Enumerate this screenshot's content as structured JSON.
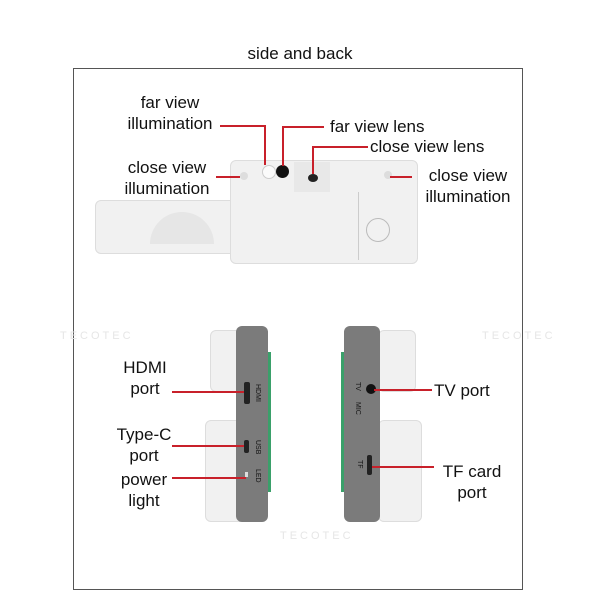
{
  "title": "side and back",
  "watermark": "TECOTEC",
  "labels": {
    "far_view_illumination": "far view illumination",
    "far_view_lens": "far view lens",
    "close_view_lens": "close view lens",
    "close_view_illumination_left": "close view illumination",
    "close_view_illumination_right": "close view illumination",
    "hdmi_port": "HDMI port",
    "type_c_port": "Type-C port",
    "power_light": "power light",
    "tv_port": "TV port",
    "tf_card_port": "TF card port"
  },
  "device_markings": {
    "hdmi": "HDMI",
    "usb": "USB",
    "led": "LED",
    "tv": "TV",
    "mic": "MIC",
    "tf": "TF"
  },
  "colors": {
    "leader_line": "#c8202a",
    "device_gray": "#7b7b7b"
  }
}
